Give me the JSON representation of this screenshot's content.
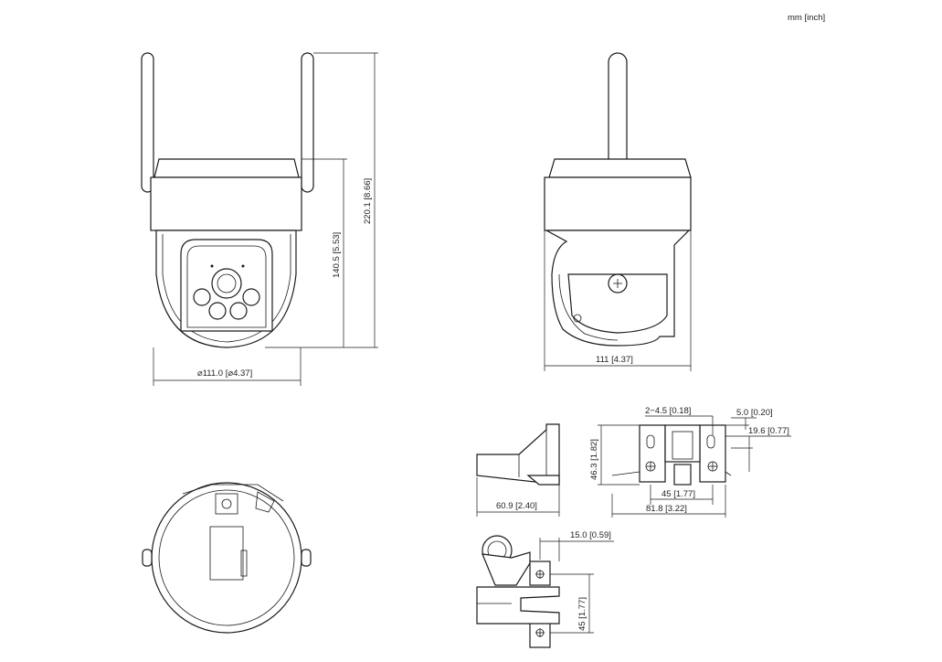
{
  "units": "mm [inch]",
  "front": {
    "width": "⌀111.0 [⌀4.37]",
    "height_body": "140.5 [5.53]",
    "height_total": "220.1 [8.66]"
  },
  "side": {
    "width": "111 [4.37]"
  },
  "bracket_side": {
    "depth": "60.9 [2.40]"
  },
  "bracket_front": {
    "holes": "2−4.5 [0.18]",
    "offset_small": "5.0 [0.20]",
    "offset_med": "19.6 [0.77]",
    "height": "46.3 [1.82]",
    "hole_spacing": "45 [1.77]",
    "width": "81.8 [3.22]"
  },
  "bracket_top": {
    "offset": "15.0 [0.59]",
    "hole_spacing": "45 [1.77]"
  }
}
